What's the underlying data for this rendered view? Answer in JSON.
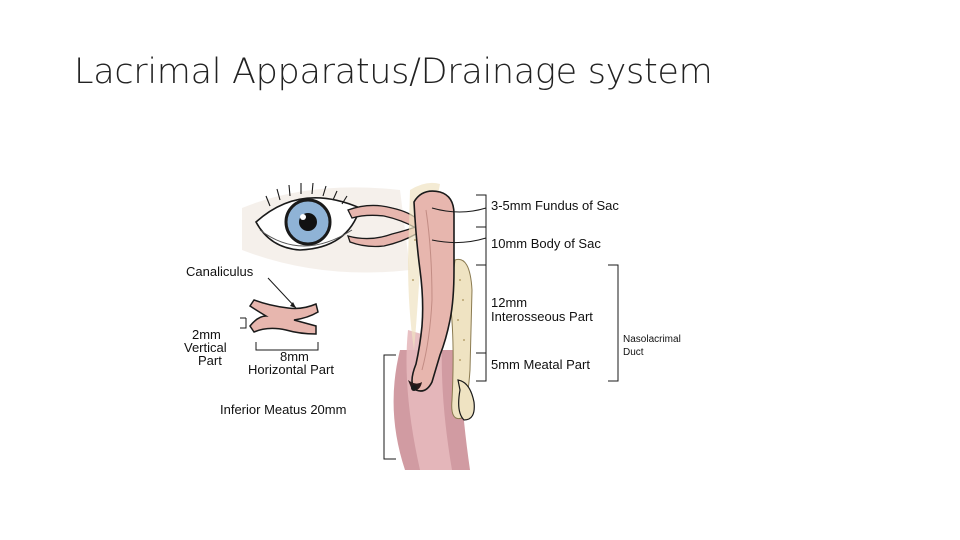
{
  "slide": {
    "title": "Lacrimal Apparatus/Drainage system"
  },
  "diagram": {
    "labels": {
      "fundus": "3-5mm Fundus of Sac",
      "body": "10mm Body of Sac",
      "interosseous_1": "12mm",
      "interosseous_2": "Interosseous Part",
      "nasolacrimal_1": "Nasolacrimal",
      "nasolacrimal_2": "Duct",
      "meatal": "5mm Meatal Part",
      "canaliculus": "Canaliculus",
      "vertical_1": "2mm",
      "vertical_2": "Vertical",
      "vertical_3": "Part",
      "horizontal_1": "8mm",
      "horizontal_2": "Horizontal Part",
      "inferior_meatus": "Inferior Meatus 20mm"
    },
    "colors": {
      "iris": "#8fb3d6",
      "duct": "#e7b6ae",
      "nasal_mucosa": "#c98a92",
      "bone": "#efe3c2",
      "outline": "#1a1a1a"
    }
  }
}
